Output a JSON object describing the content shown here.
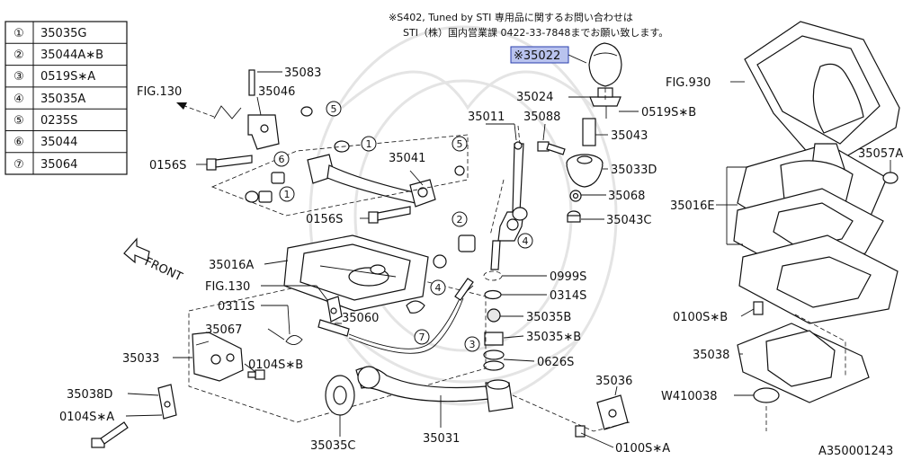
{
  "legend": [
    {
      "num": "①",
      "part": "35035G"
    },
    {
      "num": "②",
      "part": "35044A∗B"
    },
    {
      "num": "③",
      "part": "0519S∗A"
    },
    {
      "num": "④",
      "part": "35035A"
    },
    {
      "num": "⑤",
      "part": "0235S"
    },
    {
      "num": "⑥",
      "part": "35044"
    },
    {
      "num": "⑦",
      "part": "35064"
    }
  ],
  "notes": {
    "line1": "※S402, Tuned by STI 専用品に関するお問い合わせは",
    "line2": "STI（株）国内営業課 0422-33-7848までお願い致します。"
  },
  "highlight": {
    "label": "※35022",
    "color": "#b9c3ee"
  },
  "labels": {
    "l35083": "35083",
    "l35046": "35046",
    "fig130a": "FIG.130",
    "l0156a": "0156S",
    "l35041": "35041",
    "l0156b": "0156S",
    "l35011": "35011",
    "l35088": "35088",
    "l35024": "35024",
    "l0519b": "0519S∗B",
    "l35043": "35043",
    "l35033d": "35033D",
    "l35068": "35068",
    "l35043c": "35043C",
    "fig930": "FIG.930",
    "l35057a": "35057A",
    "l35016e": "35016E",
    "l35016a": "35016A",
    "fig130b": "FIG.130",
    "l0311": "0311S",
    "l35067": "35067",
    "l35060": "35060",
    "l35033": "35033",
    "l0104b": "0104S∗B",
    "l35038d": "35038D",
    "l0104a": "0104S∗A",
    "l35035c": "35035C",
    "l35031": "35031",
    "l35036": "35036",
    "l0100a": "0100S∗A",
    "l0999": "0999S",
    "l0314": "0314S",
    "l35035b": "35035B",
    "l35035sb": "35035∗B",
    "l0626": "0626S",
    "l0100b": "0100S∗B",
    "l35038": "35038",
    "lw410038": "W410038",
    "front": "FRONT",
    "code": "A350001243"
  },
  "callouts": {
    "c1": "1",
    "c2": "2",
    "c3": "3",
    "c4": "4",
    "c5": "5",
    "c6": "6",
    "c7": "7"
  }
}
